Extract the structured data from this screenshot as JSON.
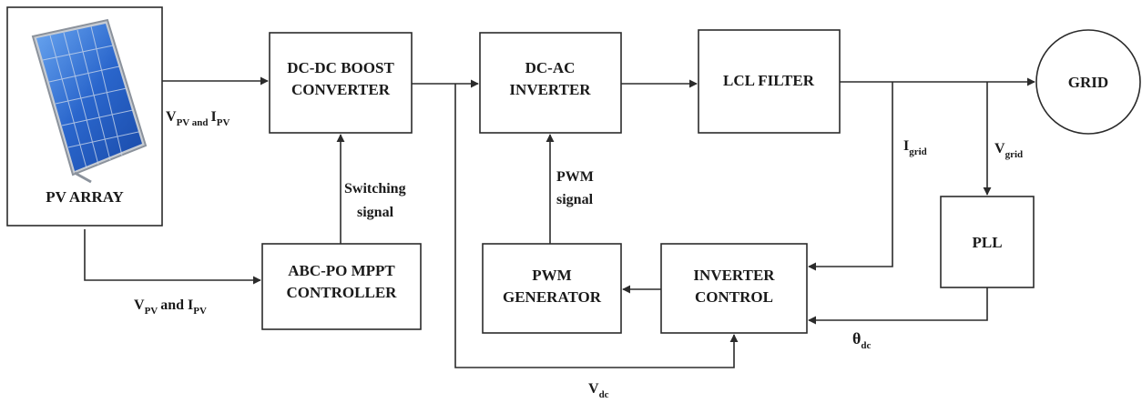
{
  "blocks": {
    "pv_array": {
      "label": "PV ARRAY"
    },
    "boost": {
      "line1": "DC-DC BOOST",
      "line2": "CONVERTER"
    },
    "inverter": {
      "line1": "DC-AC",
      "line2": "INVERTER"
    },
    "lcl": {
      "label": "LCL FILTER"
    },
    "grid": {
      "label": "GRID"
    },
    "mppt": {
      "line1": "ABC-PO MPPT",
      "line2": "CONTROLLER"
    },
    "pwm_gen": {
      "line1": "PWM",
      "line2": "GENERATOR"
    },
    "inv_ctrl": {
      "line1": "INVERTER",
      "line2": "CONTROL"
    },
    "pll": {
      "label": "PLL"
    }
  },
  "signals": {
    "vpv_ipv_top": {
      "v": "V",
      "v_sub": "PV and",
      "i": "I",
      "i_sub": "PV"
    },
    "vpv_ipv_bottom": {
      "v": "V",
      "v_sub": "PV",
      "mid": "and",
      "i": "I",
      "i_sub": "PV"
    },
    "switching": {
      "line1": "Switching",
      "line2": "signal"
    },
    "pwm_signal": {
      "line1": "PWM",
      "line2": "signal"
    },
    "i_grid": {
      "main": "I",
      "sub": "grid"
    },
    "v_grid": {
      "main": "V",
      "sub": "grid"
    },
    "theta": {
      "main": "θ",
      "sub": "dc"
    },
    "v_dc": {
      "main": "V",
      "sub": "dc"
    }
  },
  "colors": {
    "line": "#2b2b2b",
    "panel_frame": "#b9bfc7",
    "panel_cell": "#1f5bc4",
    "panel_cell_light": "#4f8ee6"
  }
}
